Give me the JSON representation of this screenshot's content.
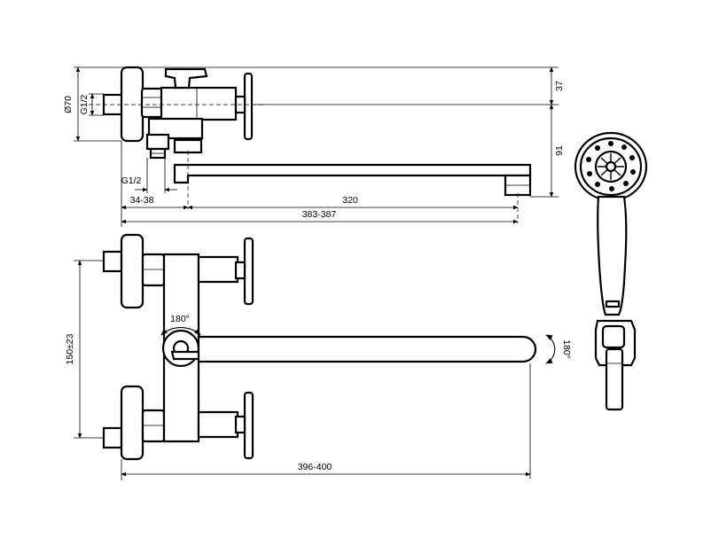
{
  "dimensions": {
    "d70": "Ø70",
    "g12_left": "G1/2",
    "g12_bottom": "G1/2",
    "d37": "37",
    "d91": "91",
    "d34_38": "34-38",
    "d320": "320",
    "d383_387": "383-387",
    "d150": "150±23",
    "d396_400": "396-400",
    "rot_body": "180°",
    "rot_spout": "180°"
  },
  "colors": {
    "line": "#000000",
    "background": "#ffffff"
  }
}
